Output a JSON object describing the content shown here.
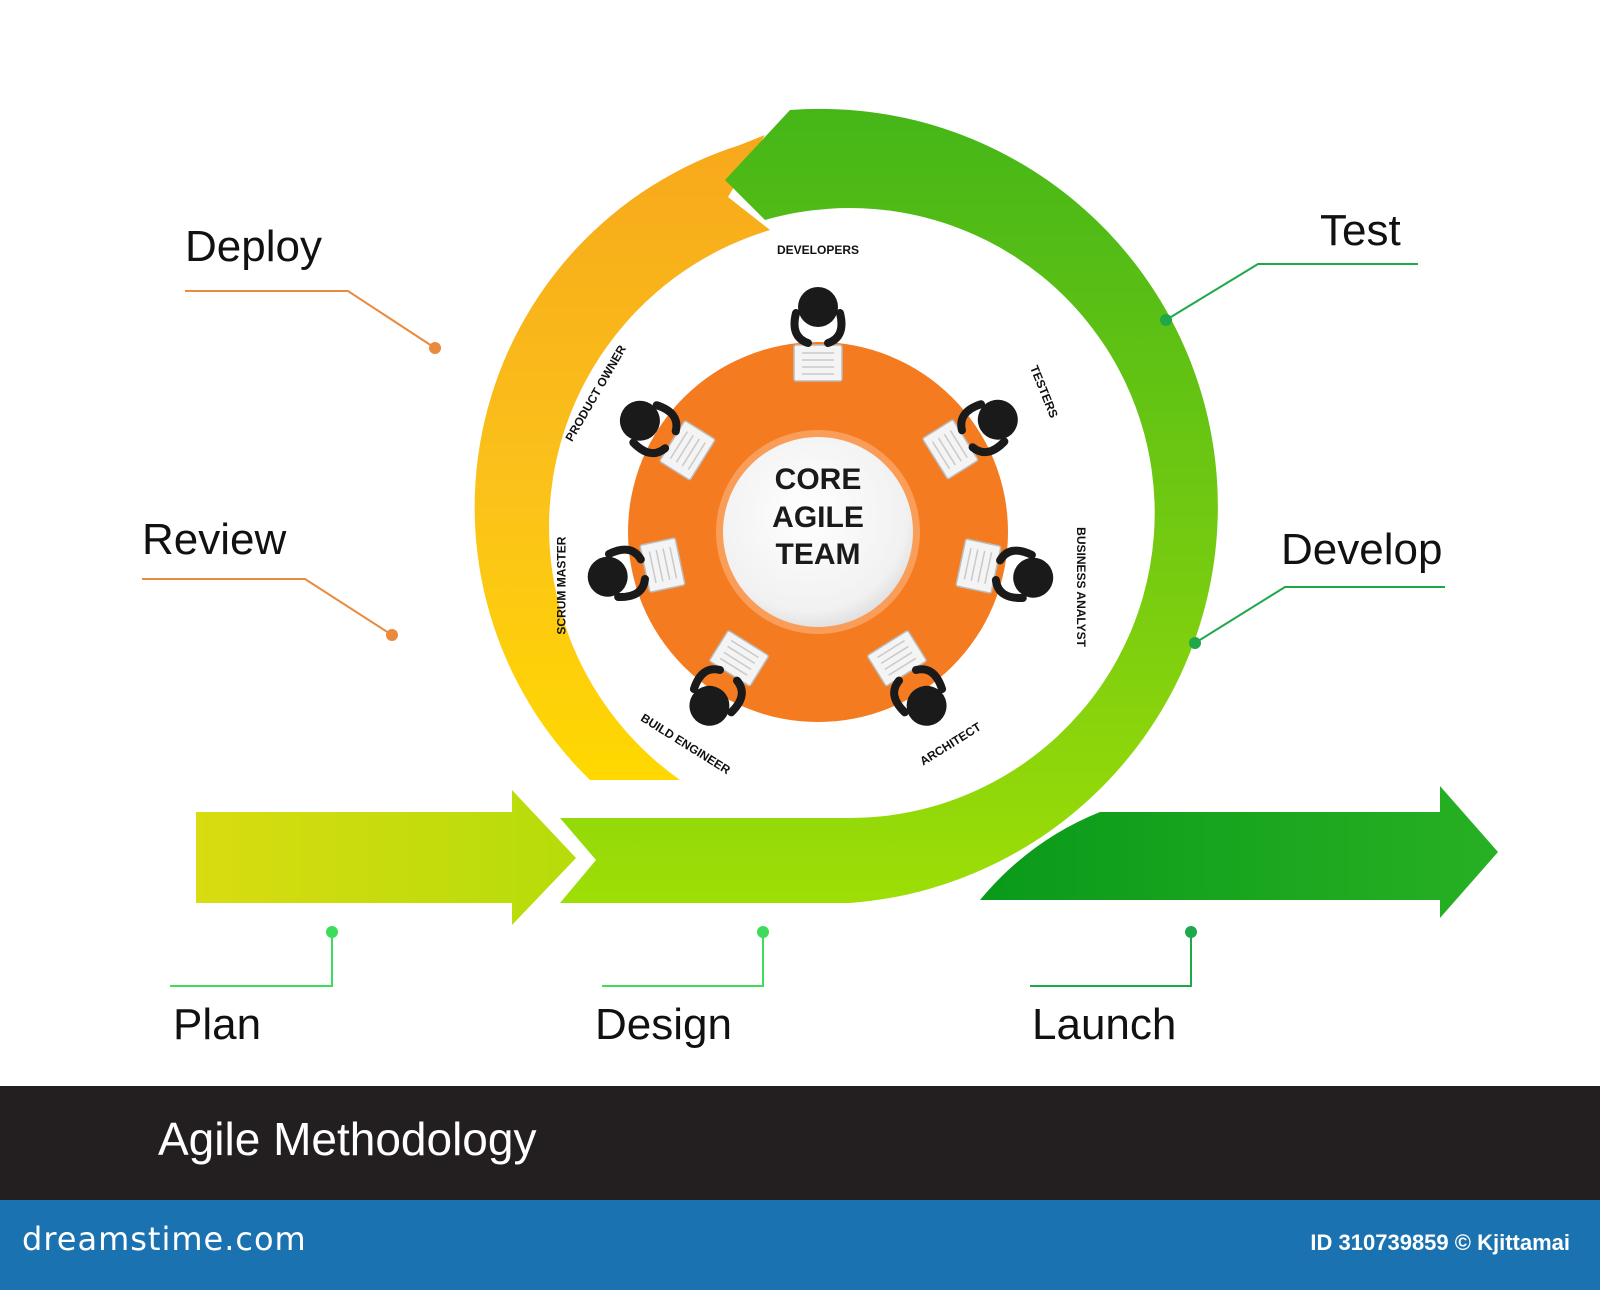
{
  "center": {
    "line1": "CORE",
    "line2": "AGILE",
    "line3": "TEAM"
  },
  "roles": [
    {
      "name": "DEVELOPERS",
      "key": "developers"
    },
    {
      "name": "TESTERS",
      "key": "testers"
    },
    {
      "name": "BUSINESS ANALYST",
      "key": "business-analyst"
    },
    {
      "name": "ARCHITECT",
      "key": "architect"
    },
    {
      "name": "BUILD ENGINEER",
      "key": "build-engineer"
    },
    {
      "name": "SCRUM MASTER",
      "key": "scrum-master"
    },
    {
      "name": "PRODUCT OWNER",
      "key": "product-owner"
    }
  ],
  "stages": {
    "deploy": "Deploy",
    "review": "Review",
    "test": "Test",
    "develop": "Develop",
    "plan": "Plan",
    "design": "Design",
    "launch": "Launch"
  },
  "footer": {
    "title": "Agile Methodology"
  },
  "watermark": {
    "brand": "dreamstime.com",
    "credit": "ID 310739859 © Kjittamai"
  },
  "colors": {
    "orange_table": "#f47b20",
    "yellow": "#ffd400",
    "amber": "#f7a81b",
    "lime": "#a8e000",
    "green": "#4cbb17",
    "dark_green": "#0c9b1a",
    "leader_orange": "#e98a3c",
    "leader_green": "#1fa84a",
    "dot_bright_green": "#3ddc5a",
    "footer_dark": "#231f20",
    "watermark_blue": "#1a73b0"
  }
}
